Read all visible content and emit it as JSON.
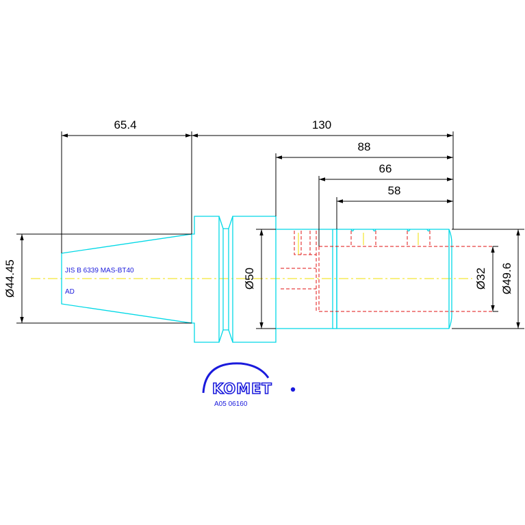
{
  "dimensions": {
    "len_65_4": "65.4",
    "len_130": "130",
    "len_88": "88",
    "len_66": "66",
    "len_58": "58",
    "dia_44_45": "Ø44.45",
    "dia_50": "Ø50",
    "dia_32": "Ø32",
    "dia_49_6": "Ø49.6"
  },
  "notes": {
    "standard": "JIS B 6339 MAS-BT40",
    "variant": "AD"
  },
  "logo": {
    "brand": "KOMET",
    "part_number": "A05 06160"
  },
  "colors": {
    "outline": "#00d8e6",
    "hidden_lines": "#e01010",
    "centerline": "#f0e000",
    "dimension": "#000000",
    "annotation": "#1a1adc"
  }
}
